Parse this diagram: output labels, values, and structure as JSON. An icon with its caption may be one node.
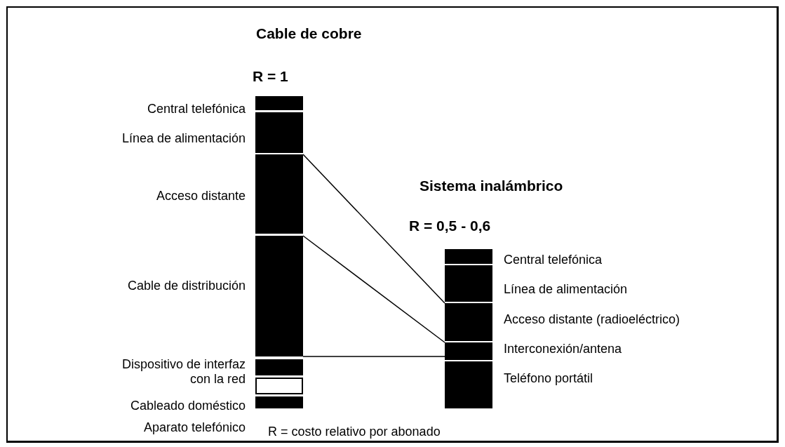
{
  "diagram": {
    "nodes": [
      {
        "text": [],
        "shape": "bar",
        "beside": [
          "Central telefónica"
        ]
      },
      {
        "text": [],
        "shape": "bar",
        "beside": [
          "Línea de alimentación"
        ]
      },
      {
        "text": [],
        "shape": "bar",
        "beside": [
          "Acceso distante"
        ]
      },
      {
        "text": [],
        "shape": "bar",
        "beside": [
          "Cable de distribución"
        ]
      },
      {
        "text": [],
        "shape": "bar",
        "beside": [
          "Dispositivo de interfaz con la red"
        ]
      },
      {
        "text": [],
        "shape": "box",
        "beside": [
          "Cableado doméstico"
        ]
      },
      {
        "text": [],
        "shape": "bar",
        "beside": [
          "Aparato telefónico"
        ]
      },
      {
        "text": [],
        "shape": "bar",
        "beside": [
          "Central telefónica"
        ]
      },
      {
        "text": [],
        "shape": "bar",
        "beside": [
          "Línea de alimentación"
        ]
      },
      {
        "text": [],
        "shape": "bar",
        "beside": [
          "Acceso distante (radioeléctrico)"
        ]
      },
      {
        "text": [],
        "shape": "bar",
        "beside": [
          "Interconexión/antena"
        ]
      },
      {
        "text": [],
        "shape": "bar",
        "beside": [
          "Teléfono portátil"
        ]
      }
    ],
    "edges": [
      {
        "from": 2,
        "to": 9,
        "arrow": "none"
      },
      {
        "from": 3,
        "to": 10,
        "arrow": "none"
      },
      {
        "from": 3,
        "to": 10,
        "arrow": "none"
      }
    ],
    "labels": [
      "Cable de cobre",
      "R = 1",
      "Sistema inalámbrico",
      "R = 0,5 - 0,6",
      "R = costo relativo por abonado"
    ]
  }
}
